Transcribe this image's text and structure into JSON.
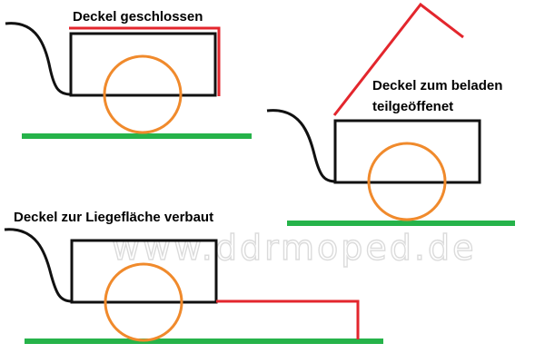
{
  "labels": {
    "closed": "Deckel geschlossen",
    "loading_line1": "Deckel zum beladen",
    "loading_line2": "teilgeöffenet",
    "bed": "Deckel zur Liegefläche verbaut"
  },
  "watermark": "www.ddrmoped.de",
  "colors": {
    "lid": "#e3262d",
    "wheel": "#f08a2c",
    "ground": "#26b34a",
    "outline": "#111111",
    "text": "#000000"
  }
}
